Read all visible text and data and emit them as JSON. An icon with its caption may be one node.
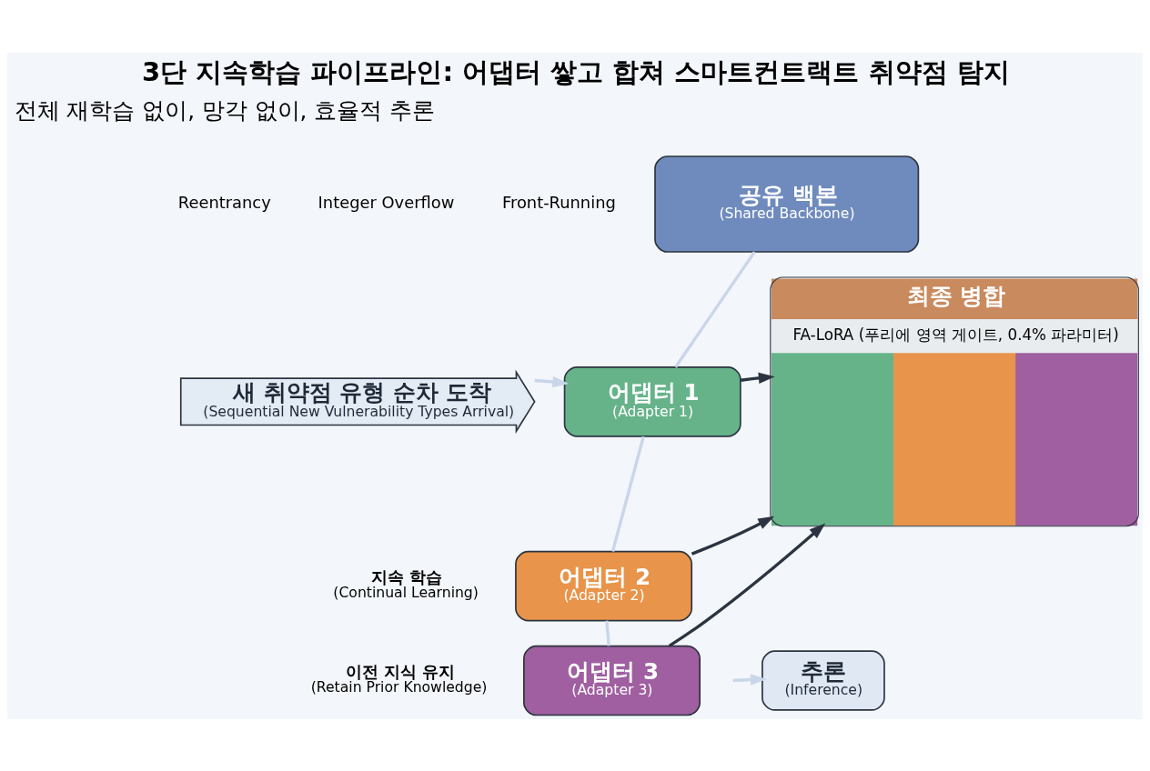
{
  "diagram": {
    "title": "3단 지속학습 파이프라인: 어댑터 쌓고 합쳐 스마트컨트랙트 취약점 탐지",
    "nodes": [
      {
        "text": [
          "새 취약점 유형 순차 도착",
          "(Sequential New Vulnerability Types Arrival)"
        ]
      },
      {
        "text": [
          "공유 백본",
          "(Shared Backbone)"
        ]
      },
      {
        "text": [
          "어댑터 1",
          "(Adapter 1)"
        ]
      },
      {
        "text": [
          "어댑터 2",
          "(Adapter 2)"
        ],
        "beside": [
          "지속 학습",
          "(Continual Learning)"
        ]
      },
      {
        "text": [
          "어댑터 3",
          "(Adapter 3)"
        ],
        "beside": [
          "이전 지식 유지",
          "(Retain Prior Knowledge)"
        ]
      },
      {
        "text": [
          "최종 병합",
          "FA-LoRA (푸리에 영역 게이트, 0.4% 파라미터)"
        ]
      },
      {
        "text": [
          "추론",
          "(Inference)"
        ]
      }
    ],
    "edges": [
      {
        "from": 0,
        "to": 2,
        "arrow": "to",
        "color": "#c9d6ea"
      },
      {
        "from": 1,
        "to": 2,
        "arrow": "none",
        "color": "#c9d6ea"
      },
      {
        "from": 2,
        "to": 3,
        "arrow": "none",
        "color": "#c9d6ea"
      },
      {
        "from": 3,
        "to": 4,
        "arrow": "none",
        "color": "#c9d6ea"
      },
      {
        "from": 2,
        "to": 5,
        "arrow": "to",
        "color": "#2b3440"
      },
      {
        "from": 3,
        "to": 5,
        "arrow": "to",
        "color": "#2b3440"
      },
      {
        "from": 4,
        "to": 5,
        "arrow": "to",
        "color": "#2b3440"
      },
      {
        "from": null,
        "to": 6,
        "arrow": "to",
        "color": "#c9d6ea"
      }
    ],
    "labels": [
      "전체 재학습 없이, 망각 없이, 효율적 추론",
      "Reentrancy",
      "Integer Overflow",
      "Front-Running"
    ]
  }
}
